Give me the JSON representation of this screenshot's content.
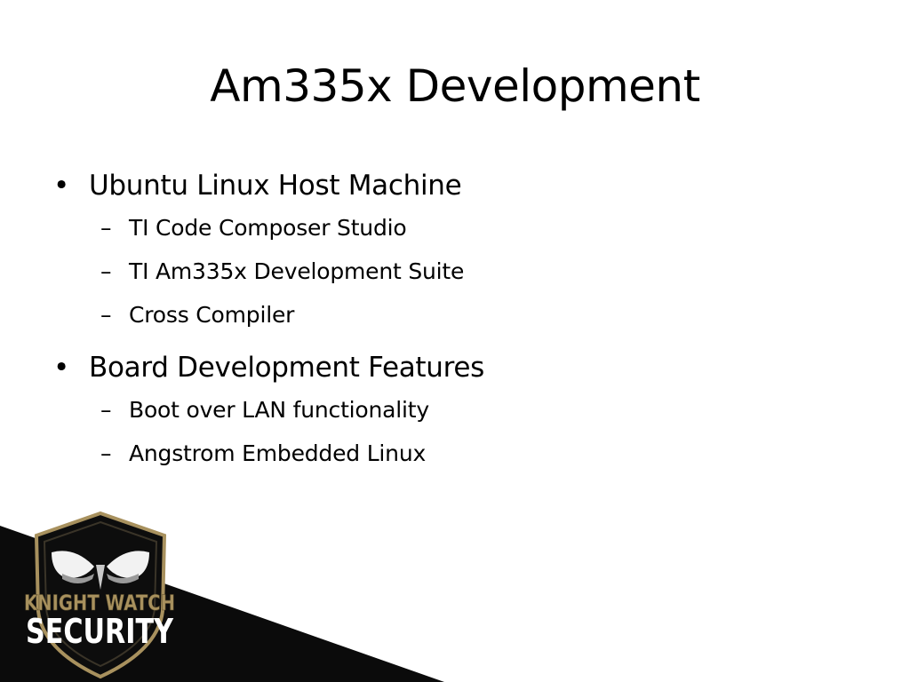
{
  "slide": {
    "title": "Am335x Development",
    "bullets": [
      {
        "text": "Ubuntu Linux Host Machine",
        "subitems": [
          "TI Code Composer Studio",
          "TI Am335x Development Suite",
          "Cross Compiler"
        ]
      },
      {
        "text": "Board Development Features",
        "subitems": [
          "Boot over LAN functionality",
          "Angstrom Embedded Linux"
        ]
      }
    ],
    "bullet_glyph": "•",
    "sub_glyph": "–"
  },
  "logo": {
    "line1": "KNIGHT WATCH",
    "line2": "SECURITY",
    "icon": "knight-helmet-shield-icon"
  },
  "colors": {
    "background": "#ffffff",
    "text": "#000000",
    "footer_band": "#0b0b0b",
    "logo_gold": "#a8915e",
    "logo_text": "#ffffff"
  }
}
